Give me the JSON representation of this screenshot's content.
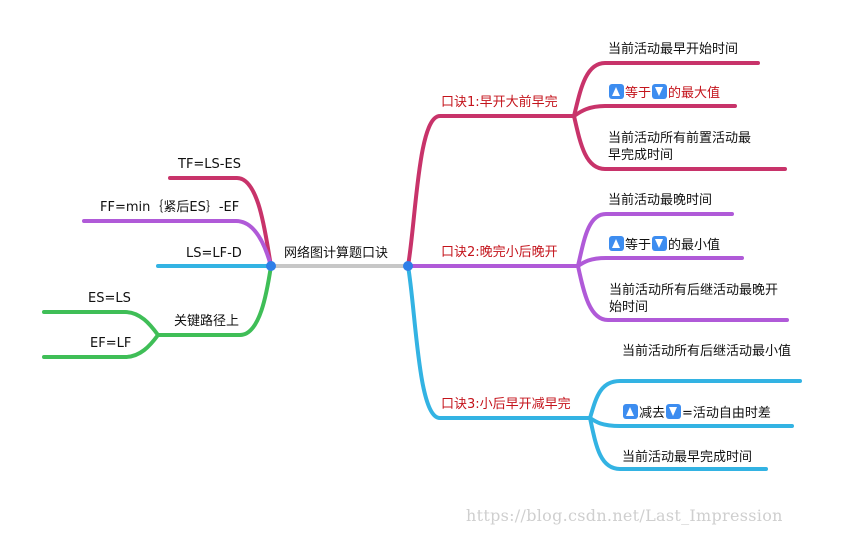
{
  "colors": {
    "red_branch": "#c8336a",
    "purple_branch": "#b05ad8",
    "blue_branch": "#33b3e3",
    "green_branch": "#3fbe57",
    "center_line": "#c7c7c7",
    "node_dot": "#2f7fe8",
    "emphasis_text": "#c4141c"
  },
  "center": {
    "label": "网络图计算题口诀"
  },
  "left": {
    "tf": "TF=LS-ES",
    "ff": "FF=min｛紧后ES｝-EF",
    "ls": "LS=LF-D",
    "critical": {
      "label": "关键路径上",
      "es": "ES=LS",
      "ef": "EF=LF"
    }
  },
  "right": {
    "mnemonic1": {
      "label": "口诀1:早开大前早完",
      "item1": "当前活动最早开始时间",
      "item2_eq": "等于",
      "item2_tail": "的最大值",
      "item3": "当前活动所有前置活动最早完成时间"
    },
    "mnemonic2": {
      "label": "口诀2:晚完小后晚开",
      "item1": "当前活动最晚时间",
      "item2_eq": "等于",
      "item2_tail": "的最小值",
      "item3": "当前活动所有后继活动最晚开始时间"
    },
    "mnemonic3": {
      "label": "口诀3:小后早开减早完",
      "item1": "当前活动所有后继活动最小值",
      "item2_minus": "减去",
      "item2_tail": "=活动自由时差",
      "item3": "当前活动最早完成时间"
    }
  },
  "watermark": "https://blog.csdn.net/Last_Impression"
}
